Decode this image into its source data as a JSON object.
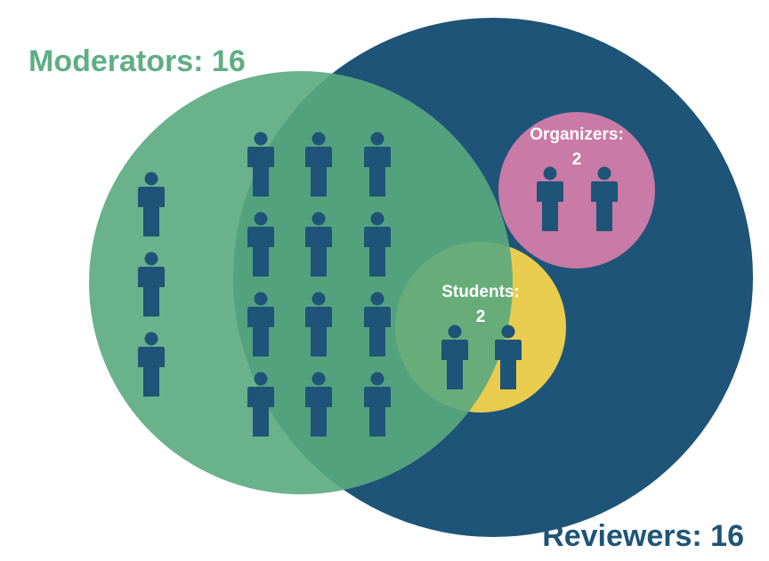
{
  "colors": {
    "moderators": "#5aaa7e",
    "reviewers": "#1e5478",
    "organizers": "#c97aa6",
    "students": "#e9cc4e",
    "person": "#1e5478",
    "moderators_label": "#5fae84",
    "reviewers_label": "#1e5478"
  },
  "groups": {
    "moderators": {
      "label": "Moderators: 16",
      "count": 16
    },
    "reviewers": {
      "label": "Reviewers: 16",
      "count": 16
    },
    "organizers": {
      "label_line1": "Organizers:",
      "label_line2": "2",
      "count": 2
    },
    "students": {
      "label_line1": "Students:",
      "label_line2": "2",
      "count": 2
    }
  },
  "icons": {
    "person": "person-icon"
  }
}
